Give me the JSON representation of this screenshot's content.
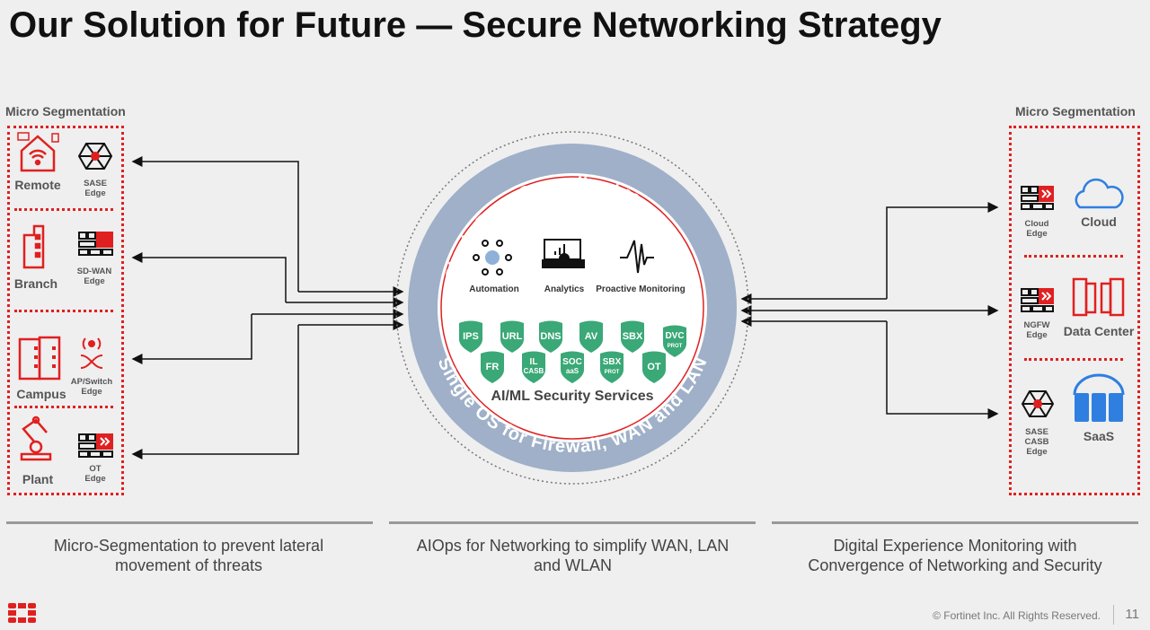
{
  "title": "Our Solution for Future — Secure Networking Strategy",
  "left": {
    "heading": "Micro Segmentation",
    "items": [
      {
        "site": "Remote",
        "edge": [
          "SASE",
          "Edge"
        ]
      },
      {
        "site": "Branch",
        "edge": [
          "SD-WAN",
          "Edge"
        ]
      },
      {
        "site": "Campus",
        "edge": [
          "AP/Switch",
          "Edge"
        ]
      },
      {
        "site": "Plant",
        "edge": [
          "OT",
          "Edge"
        ]
      }
    ]
  },
  "right": {
    "heading": "Micro Segmentation",
    "items": [
      {
        "site": "Cloud",
        "edge": [
          "Cloud",
          "Edge"
        ]
      },
      {
        "site": "Data Center",
        "edge": [
          "NGFW",
          "Edge"
        ]
      },
      {
        "site": "SaaS",
        "edge": [
          "SASE",
          "CASB",
          "Edge"
        ]
      }
    ]
  },
  "center": {
    "top_arc": "Single Pane Centralized Management",
    "bottom_arc": "Single OS for Firewall, WAN and LAN",
    "capabilities": [
      "Automation",
      "Analytics",
      "Proactive Monitoring"
    ],
    "services_title": "AI/ML Security Services",
    "services_row1": [
      [
        "IPS"
      ],
      [
        "URL"
      ],
      [
        "DNS"
      ],
      [
        "AV"
      ],
      [
        "SBX"
      ],
      [
        "DVC",
        "PROT"
      ]
    ],
    "services_row2": [
      [
        "FR"
      ],
      [
        "IL",
        "CASB"
      ],
      [
        "SOC",
        "aaS"
      ],
      [
        "SBX",
        "PROT"
      ],
      [
        "OT"
      ]
    ]
  },
  "captions": [
    "Micro-Segmentation to prevent lateral movement of threats",
    "AIOps for Networking to simplify WAN, LAN and WLAN",
    "Digital Experience Monitoring with Convergence of Networking and Security"
  ],
  "footer": {
    "copyright": "© Fortinet Inc. All Rights Reserved.",
    "page": "11"
  },
  "colors": {
    "accent": "#e02020",
    "shield": "#3aa877",
    "ring": "#9fb0c8",
    "cloud": "#2f7fe0"
  }
}
